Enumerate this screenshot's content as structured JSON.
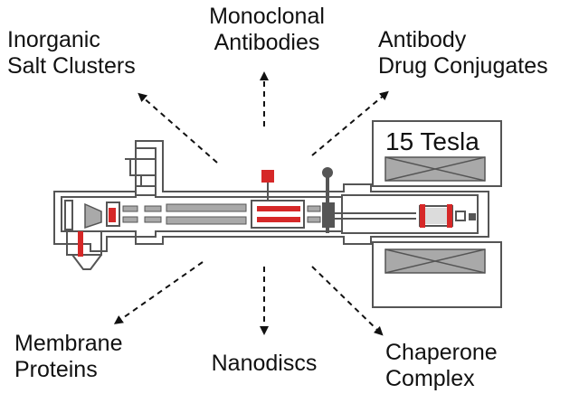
{
  "labels": {
    "monoclonal": {
      "line1": "Monoclonal",
      "line2": "Antibodies"
    },
    "inorganic": {
      "line1": "Inorganic",
      "line2": "Salt Clusters"
    },
    "adc": {
      "line1": "Antibody",
      "line2": "Drug Conjugates"
    },
    "membrane": {
      "line1": "Membrane",
      "line2": "Proteins"
    },
    "nanodiscs": {
      "line1": "Nanodiscs"
    },
    "chaperone": {
      "line1": "Chaperone",
      "line2": "Complex"
    }
  },
  "magnet": {
    "label": "15 Tesla"
  },
  "colors": {
    "accent_red": "#d62828",
    "instrument_gray": "#a9a9a9",
    "outline": "#555555"
  }
}
